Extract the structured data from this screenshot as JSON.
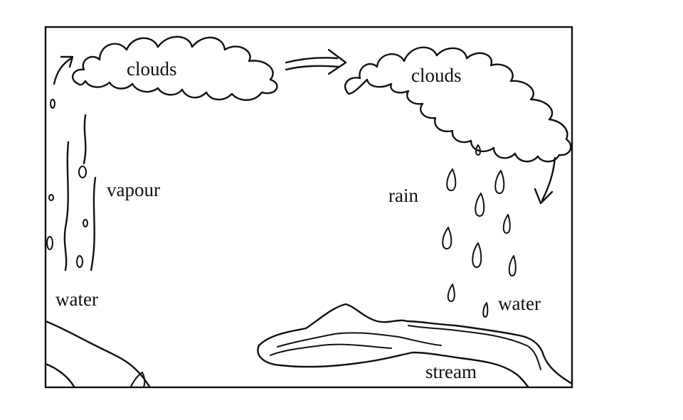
{
  "labels": {
    "clouds_left": "clouds",
    "clouds_right": "clouds",
    "vapour": "vapour",
    "water_left": "water",
    "rain": "rain",
    "water_right": "water",
    "stream": "stream"
  },
  "colors": {
    "ink": "#111111",
    "background": "#ffffff"
  }
}
